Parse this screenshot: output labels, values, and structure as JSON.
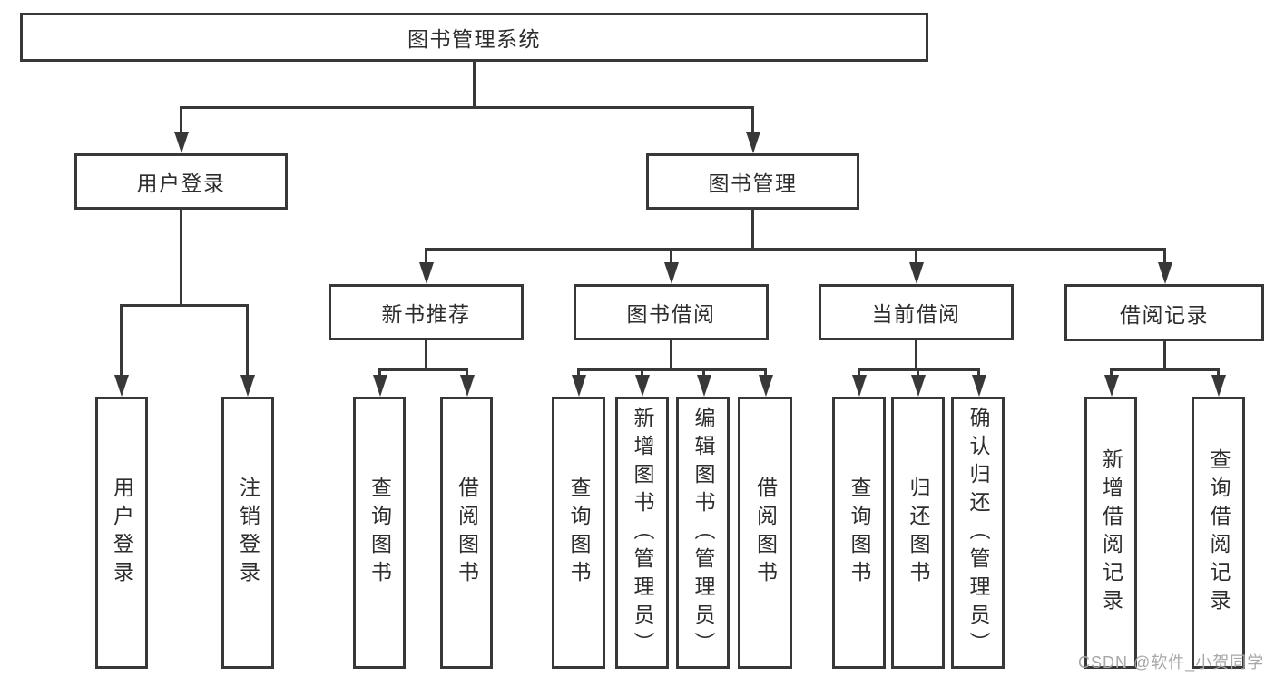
{
  "colors": {
    "line": "#383838",
    "box_border": "#383838",
    "text": "#2d2d2d",
    "watermark": "#a8a8a8",
    "background": "#ffffff"
  },
  "watermark": {
    "text": "CSDN @软件_小贺同学"
  },
  "tree": {
    "root": {
      "label": "图书管理系统"
    },
    "children": [
      {
        "label": "用户登录",
        "children": [
          {
            "label": "用户登录"
          },
          {
            "label": "注销登录"
          }
        ]
      },
      {
        "label": "图书管理",
        "children": [
          {
            "label": "新书推荐",
            "children": [
              {
                "label": "查询图书"
              },
              {
                "label": "借阅图书"
              }
            ]
          },
          {
            "label": "图书借阅",
            "children": [
              {
                "label": "查询图书"
              },
              {
                "label": "新增图书（管理员）"
              },
              {
                "label": "编辑图书（管理员）"
              },
              {
                "label": "借阅图书"
              }
            ]
          },
          {
            "label": "当前借阅",
            "children": [
              {
                "label": "查询图书"
              },
              {
                "label": "归还图书"
              },
              {
                "label": "确认归还（管理员）"
              }
            ]
          },
          {
            "label": "借阅记录",
            "children": [
              {
                "label": "新增借阅记录"
              },
              {
                "label": "查询借阅记录"
              }
            ]
          }
        ]
      }
    ]
  }
}
